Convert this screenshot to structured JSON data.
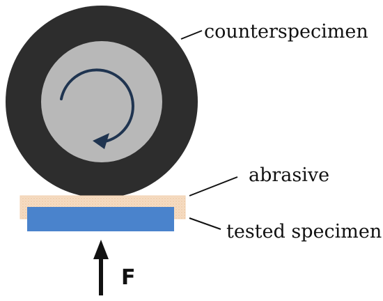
{
  "labels": {
    "counterspecimen": "counterspecimen",
    "abrasive": "abrasive",
    "tested_specimen": "tested specimen",
    "force": "F"
  },
  "colors": {
    "outer_ring": "#2d2d2d",
    "inner_disk": "#b8b8b8",
    "rotation_arrow": "#1f3450",
    "abrasive": "#f6dcc2",
    "tested_specimen": "#4a83cc",
    "line": "#111111"
  },
  "icons": {
    "rotation": "clockwise-rotation-arrow",
    "force": "upward-force-arrow"
  }
}
